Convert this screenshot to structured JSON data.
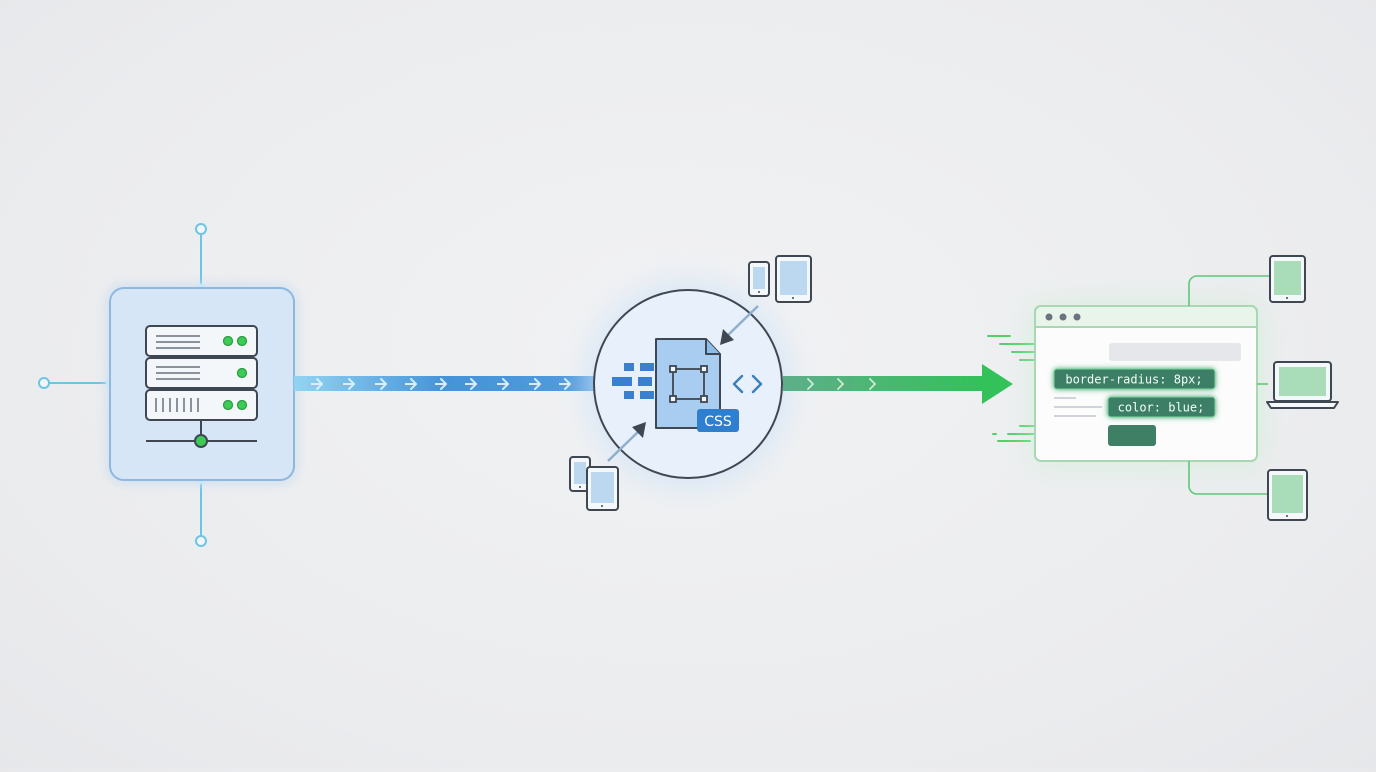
{
  "diagram": {
    "css_badge": "CSS",
    "code_tags": [
      "border-radius: 8px;",
      "color: blue;"
    ],
    "colors": {
      "background": "#ececee",
      "server_fill": "#d6e6f6",
      "server_stroke": "#8fb8e0",
      "node_line": "#6cc5e6",
      "status_green": "#3ccc55",
      "flow_blue": "#3a86d4",
      "flow_green": "#3dbb63",
      "processor_fill": "#e8f1fb",
      "doc_fill": "#a9cdf0",
      "badge_blue": "#2f7fd0",
      "code_tag_bg": "#3e7f66",
      "browser_border": "#a8d7b3",
      "device_green": "#a9ddb9",
      "device_blue": "#a8cdec",
      "outline_dark": "#3f4752"
    },
    "icons": [
      "server-rack-icon",
      "status-light-icon",
      "network-node-icon",
      "flow-arrow-icon",
      "stylesheet-file-icon",
      "bounding-box-icon",
      "code-brackets-icon",
      "phone-icon",
      "tablet-icon",
      "laptop-icon",
      "browser-window-icon"
    ]
  }
}
